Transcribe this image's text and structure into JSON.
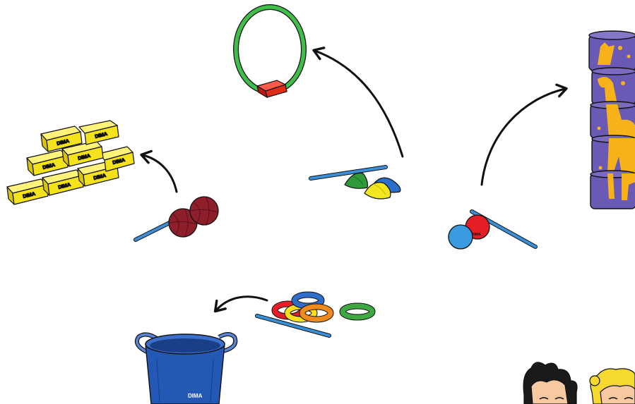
{
  "brand": {
    "label": "DIMA"
  },
  "colors": {
    "background": "#ffffff",
    "outline": "#111111",
    "brick_yellow": "#f4e21a",
    "brick_shadow": "#d8c40e",
    "ball_maroon": "#8e1f2a",
    "hoop_green": "#3fbf4a",
    "block_red": "#e02a1a",
    "bar_blue": "#3a8fd6",
    "cone_green": "#2e9a3a",
    "cone_yellow": "#f2e61e",
    "cone_blue": "#2a6fc9",
    "ball_red": "#e31e24",
    "ball_blue": "#3a9be0",
    "ring_red": "#e31e24",
    "ring_yellow": "#f7df1b",
    "ring_blue": "#2f6dc8",
    "ring_orange": "#f08a1c",
    "ring_green": "#3ea843",
    "bucket_blue": "#2458b5",
    "can_purple": "#6b59b6",
    "giraffe_orange": "#f7b21a",
    "hair_dark": "#1a1a1a",
    "hair_blonde": "#f5d930",
    "skin": "#f6c9a0"
  },
  "activities": [
    {
      "id": "ball-throw-to-bricks",
      "from": "maroon-balls",
      "to": "yellow-brick-wall"
    },
    {
      "id": "cone-throw-to-hoop",
      "from": "cones",
      "to": "green-hoop"
    },
    {
      "id": "ball-throw-to-cans",
      "from": "red-blue-balls",
      "to": "giraffe-can-tower"
    },
    {
      "id": "ring-toss-to-bucket",
      "from": "rings",
      "to": "blue-bucket"
    }
  ]
}
